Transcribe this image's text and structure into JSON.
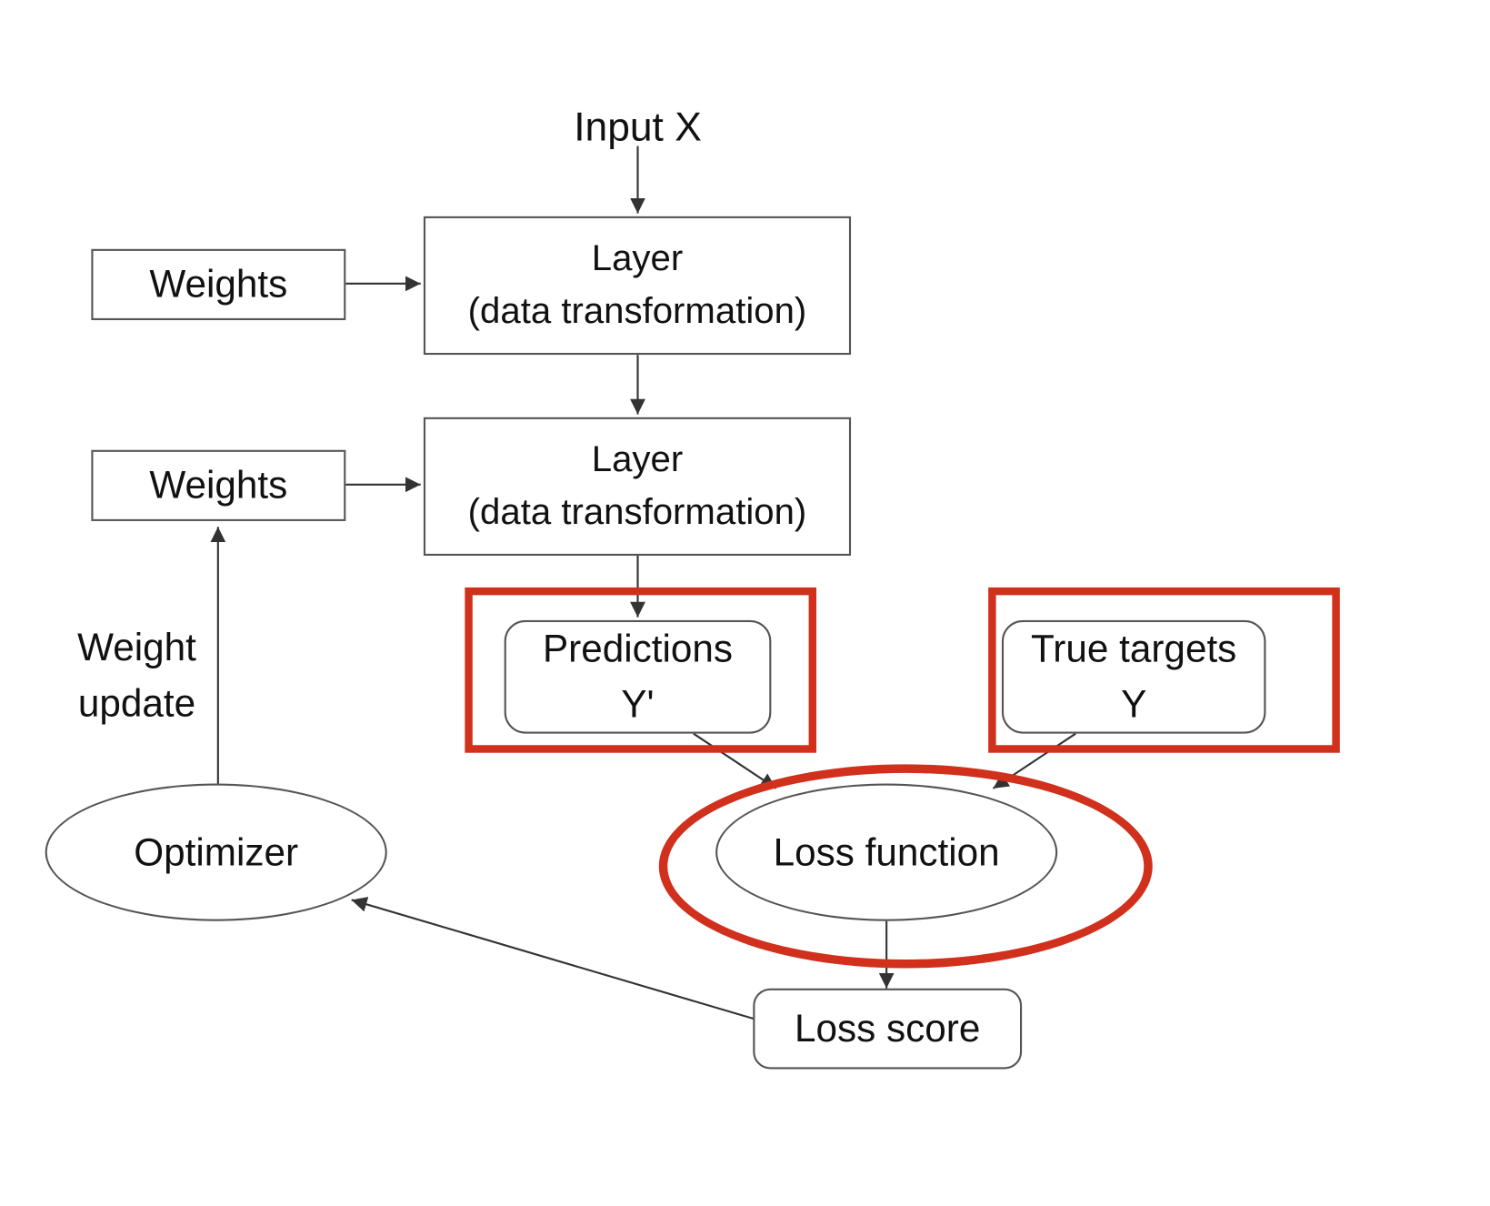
{
  "input_label": "Input X",
  "layers": [
    {
      "title": "Layer",
      "subtitle": "(data transformation)"
    },
    {
      "title": "Layer",
      "subtitle": "(data transformation)"
    }
  ],
  "weights": [
    {
      "label": "Weights"
    },
    {
      "label": "Weights"
    }
  ],
  "weight_update": {
    "line1": "Weight",
    "line2": "update"
  },
  "predictions": {
    "line1": "Predictions",
    "line2": "Y'"
  },
  "true_targets": {
    "line1": "True targets",
    "line2": "Y"
  },
  "loss_function": "Loss function",
  "optimizer": "Optimizer",
  "loss_score": "Loss score",
  "highlight_color": "#d0301c"
}
